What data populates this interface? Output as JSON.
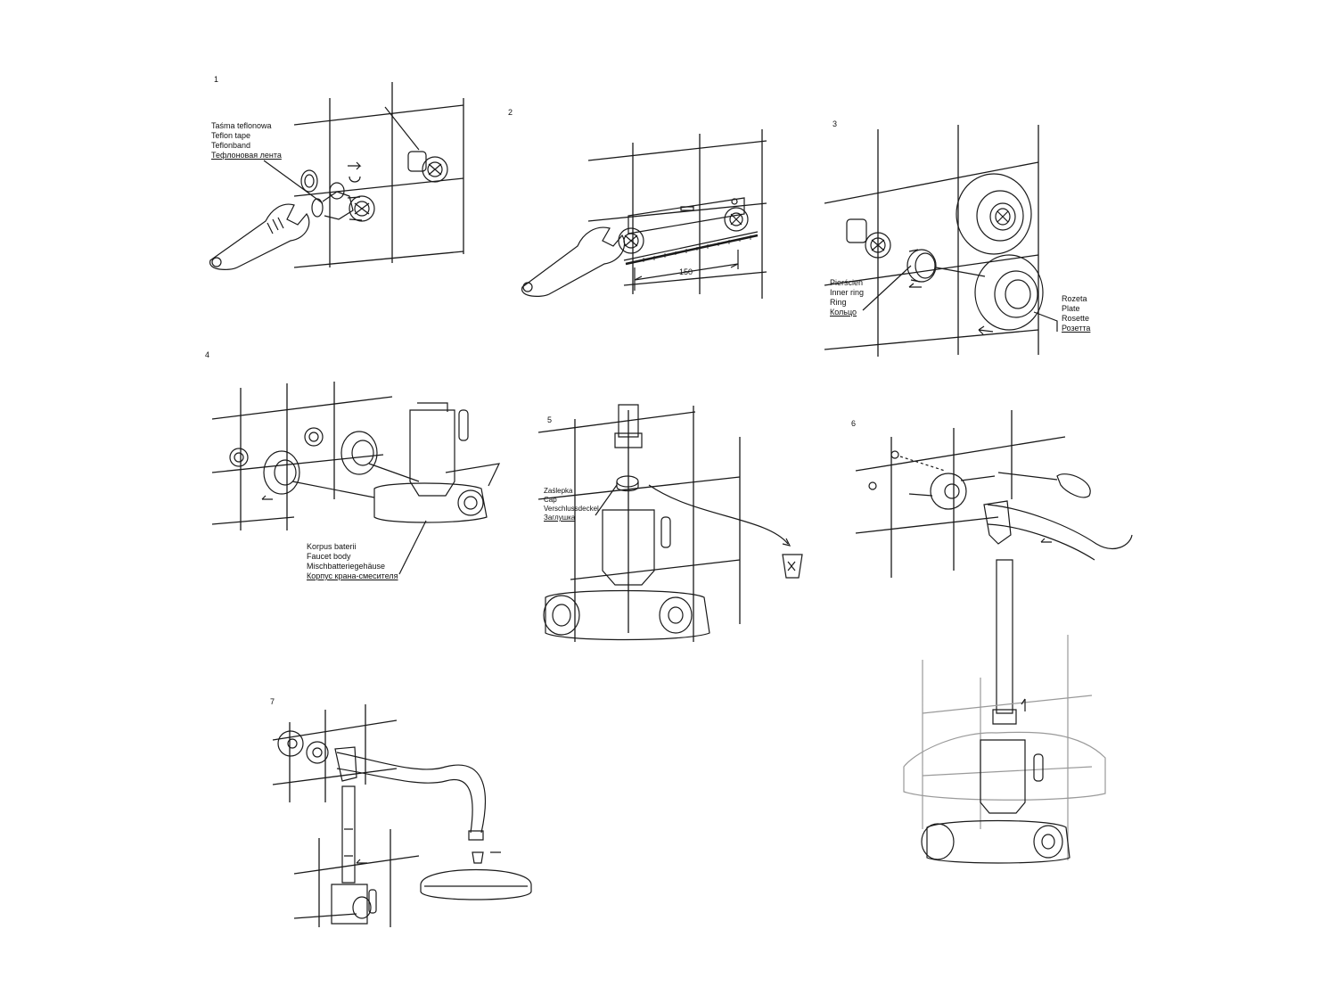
{
  "steps": [
    {
      "number": "1"
    },
    {
      "number": "2"
    },
    {
      "number": "3"
    },
    {
      "number": "4"
    },
    {
      "number": "5"
    },
    {
      "number": "6"
    },
    {
      "number": "7"
    }
  ],
  "labels": {
    "teflon": [
      "Taśma teflonowa",
      "Teflon tape",
      "Teflonband",
      "Тефлоновая лента"
    ],
    "distance": "150",
    "inner_ring": [
      "Pierścień",
      "Inner ring",
      "Ring",
      "Кольцо"
    ],
    "plate": [
      "Rozeta",
      "Plate",
      "Rosette",
      "Розетта"
    ],
    "body": [
      "Korpus baterii",
      "Faucet body",
      "Mischbatteriegehäuse",
      "Корпус крана-смесителя"
    ],
    "cap": [
      "Zaślepka",
      "Cap",
      "Verschlussdeckel",
      "Заглушка"
    ]
  }
}
